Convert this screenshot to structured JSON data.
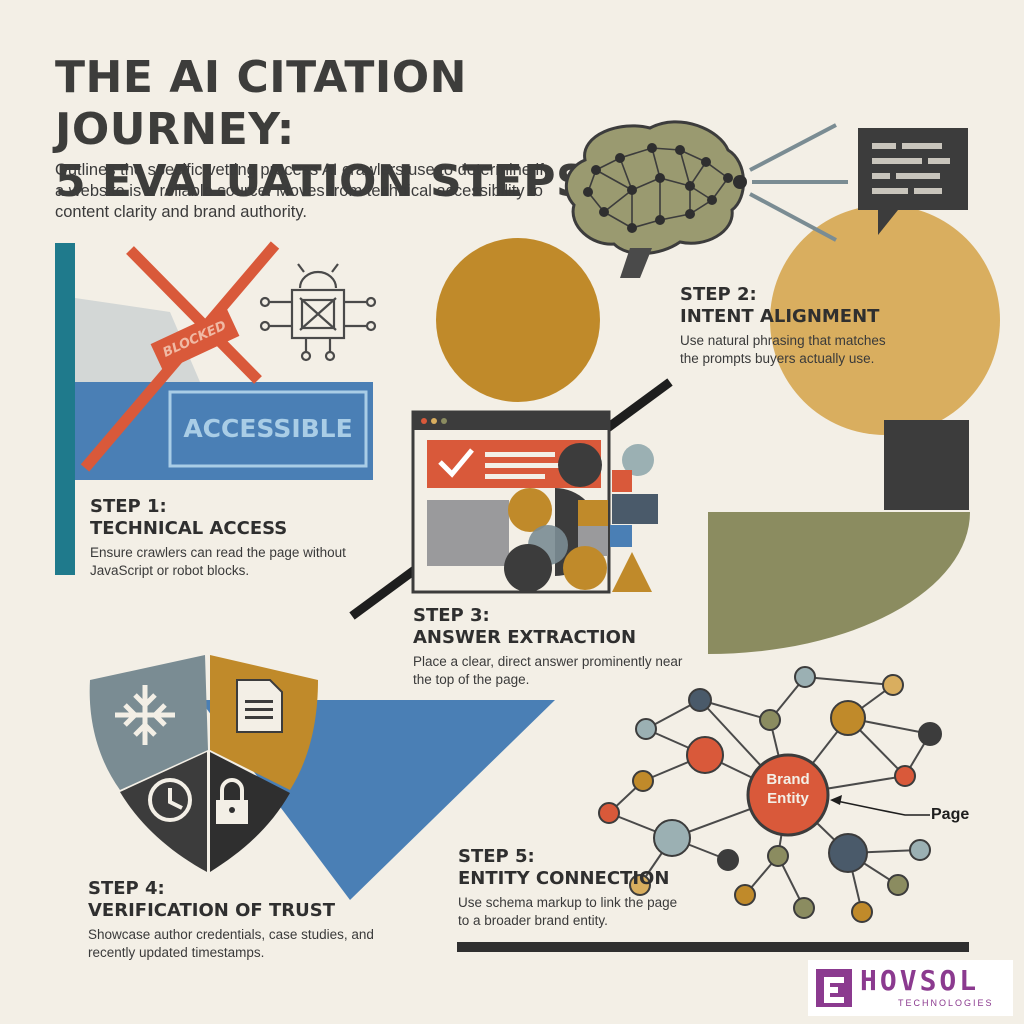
{
  "header": {
    "title_line1": "THE AI CITATION JOURNEY:",
    "title_line2": "5 EVALUATION STEPS",
    "subtitle": "Outlines the specific vetting process AI crawlers use to determine if a website is a reliable source. Moves from technical accessibility to content clarity and brand authority."
  },
  "steps": [
    {
      "label": "STEP 1:",
      "title": "TECHNICAL ACCESS",
      "desc": "Ensure crawlers can read the page without JavaScript or robot blocks."
    },
    {
      "label": "STEP 2:",
      "title": "INTENT ALIGNMENT",
      "desc": "Use natural phrasing that matches the prompts buyers actually use."
    },
    {
      "label": "STEP 3:",
      "title": "ANSWER EXTRACTION",
      "desc": "Place a clear, direct answer prominently near the top of the page."
    },
    {
      "label": "STEP 4:",
      "title": "VERIFICATION OF TRUST",
      "desc": "Showcase author credentials, case studies, and recently updated timestamps."
    },
    {
      "label": "STEP 5:",
      "title": "ENTITY CONNECTION",
      "desc": "Use schema markup to link the page to a broader brand entity."
    }
  ],
  "illustrations": {
    "blocked_tag": "BLOCKED",
    "accessible_tag": "ACCESSIBLE",
    "entity_line1": "Brand",
    "entity_line2": "Entity",
    "page_callout": "Page"
  },
  "logo": {
    "name": "HOVSOL",
    "tagline": "TECHNOLOGIES"
  },
  "colors": {
    "background": "#f3efe6",
    "blue": "#4a7fb5",
    "teal": "#1f7a8c",
    "orange": "#d9593a",
    "mustard": "#c08a2a",
    "olive": "#8b8c60",
    "tan": "#d9ae5f",
    "charcoal": "#3c3c3c",
    "slate": "#7a8c93",
    "purple": "#8b3a8f"
  }
}
